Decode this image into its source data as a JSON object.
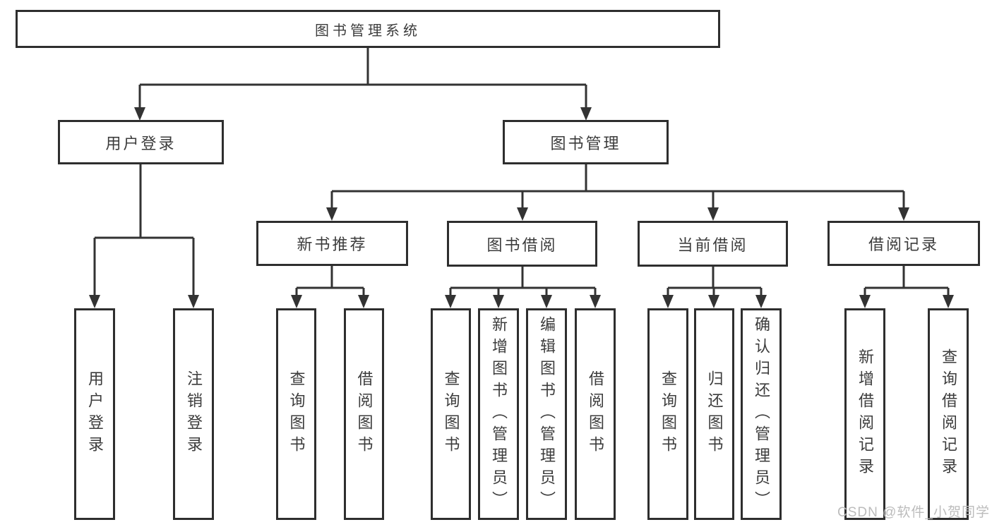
{
  "diagram": {
    "root": {
      "label": "图书管理系统",
      "children": [
        {
          "label": "用户登录",
          "children": [
            {
              "label": "用户登录"
            },
            {
              "label": "注销登录"
            }
          ]
        },
        {
          "label": "图书管理",
          "children": [
            {
              "label": "新书推荐",
              "children": [
                {
                  "label": "查询图书"
                },
                {
                  "label": "借阅图书"
                }
              ]
            },
            {
              "label": "图书借阅",
              "children": [
                {
                  "label": "查询图书"
                },
                {
                  "label": "新增图书（管理员）"
                },
                {
                  "label": "编辑图书（管理员）"
                },
                {
                  "label": "借阅图书"
                }
              ]
            },
            {
              "label": "当前借阅",
              "children": [
                {
                  "label": "查询图书"
                },
                {
                  "label": "归还图书"
                },
                {
                  "label": "确认归还（管理员）"
                }
              ]
            },
            {
              "label": "借阅记录",
              "children": [
                {
                  "label": "新增借阅记录"
                },
                {
                  "label": "查询借阅记录"
                }
              ]
            }
          ]
        }
      ]
    },
    "line_color": "#333333",
    "watermark": "CSDN @软件_小贺同学"
  }
}
